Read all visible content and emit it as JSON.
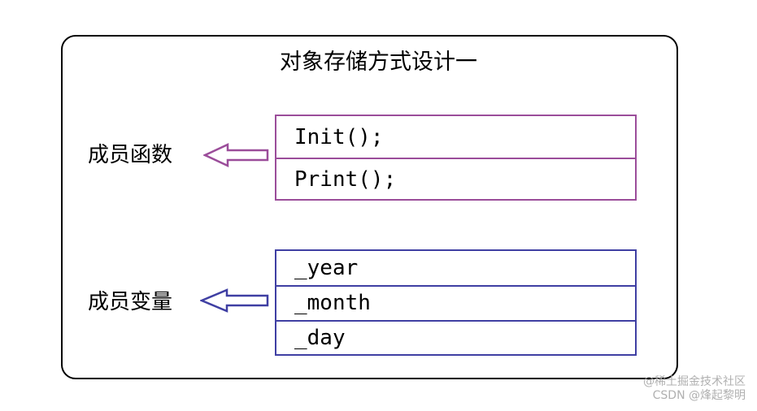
{
  "diagram": {
    "title": "对象存储方式设计一",
    "function_group": {
      "label": "成员函数",
      "color": "#9b4d9a",
      "items": [
        "Init();",
        "Print();"
      ]
    },
    "variable_group": {
      "label": "成员变量",
      "color": "#3f3fa3",
      "items": [
        "_year",
        "_month",
        "_day"
      ]
    }
  },
  "watermark": {
    "line1": "@稀土掘金技术社区",
    "line2": "CSDN @烽起黎明"
  }
}
